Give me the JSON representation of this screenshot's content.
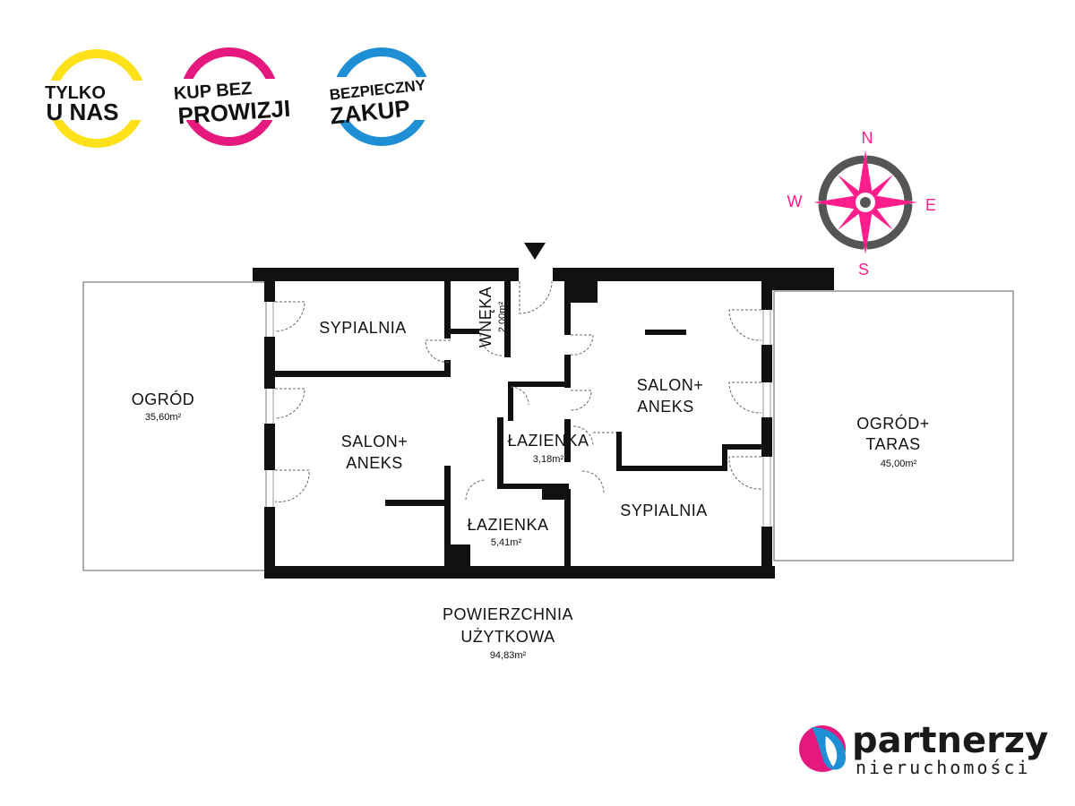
{
  "badges": [
    {
      "line1": "TYLKO",
      "line2": "U NAS",
      "color": "#ffe11a"
    },
    {
      "line1": "KUP BEZ",
      "line2": "PROWIZJI",
      "color": "#e5197d"
    },
    {
      "line1": "BEZPIECZNY",
      "line2": "ZAKUP",
      "color": "#1e8fd5"
    }
  ],
  "compass": {
    "n": "N",
    "s": "S",
    "w": "W",
    "e": "E",
    "rose_color": "#ff1e8c",
    "ring_color": "#555555"
  },
  "rooms": {
    "garden_left": {
      "name": "OGRÓD",
      "area": "35,60m²"
    },
    "bedroom_top_left": {
      "name": "SYPIALNIA"
    },
    "living_left": {
      "line1": "SALON+",
      "line2": "ANEKS"
    },
    "alcove": {
      "name": "WNĘKA",
      "area": "2,00m²"
    },
    "bathroom_small": {
      "name": "ŁAZIENKA",
      "area": "3,18m²"
    },
    "bathroom_bottom": {
      "name": "ŁAZIENKA",
      "area": "5,41m²"
    },
    "living_right": {
      "line1": "SALON+",
      "line2": "ANEKS"
    },
    "bedroom_bottom_right": {
      "name": "SYPIALNIA"
    },
    "garden_right": {
      "line1": "OGRÓD+",
      "line2": "TARAS",
      "area": "45,00m²"
    }
  },
  "usable_area": {
    "line1": "POWIERZCHNIA",
    "line2": "UŻYTKOWA",
    "area": "94,83m²"
  },
  "brand": {
    "name": "partnerzy",
    "tagline": "nieruchomości",
    "drop_pink": "#e5197d",
    "drop_blue": "#1e8fd5"
  }
}
